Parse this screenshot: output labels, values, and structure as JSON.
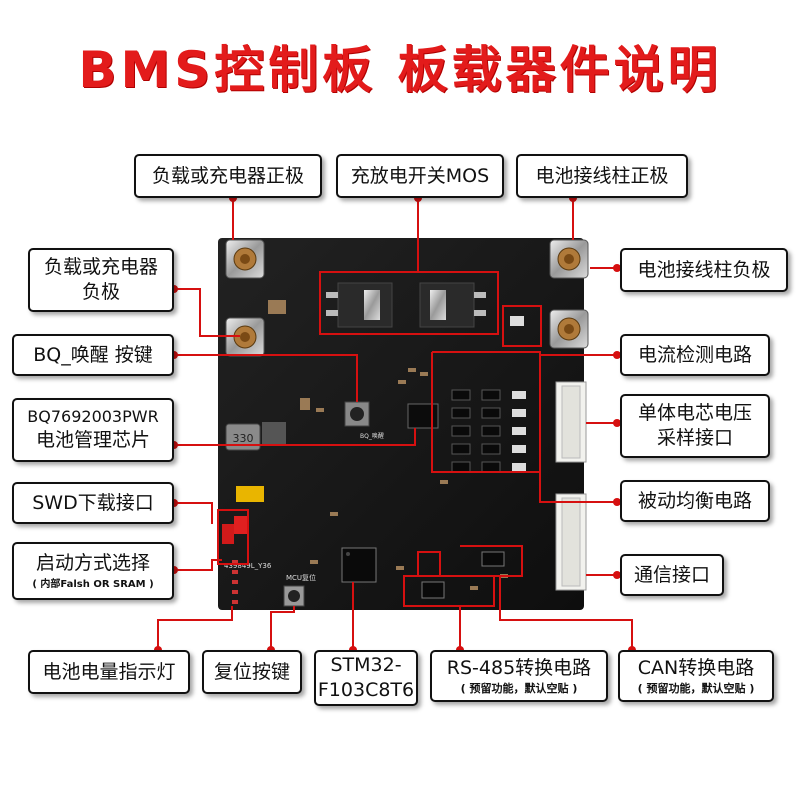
{
  "title": "BMS控制板  板载器件说明",
  "labels": {
    "load_pos": "负载或充电器正极",
    "mos": "充放电开关MOS",
    "batt_pos": "电池接线柱正极",
    "load_neg_1": "负载或充电器",
    "load_neg_2": "负极",
    "batt_neg": "电池接线柱负极",
    "bq_wake": "BQ_唤醒 按键",
    "current_sense": "电流检测电路",
    "bq_chip_1": "BQ7692003PWR",
    "bq_chip_2": "电池管理芯片",
    "cell_voltage_1": "单体电芯电压",
    "cell_voltage_2": "采样接口",
    "swd": "SWD下载接口",
    "passive_balance": "被动均衡电路",
    "boot_select": "启动方式选择",
    "boot_select_sub": "( 内部Falsh OR SRAM )",
    "comm": "通信接口",
    "soc_led": "电池电量指示灯",
    "reset": "复位按键",
    "mcu_1": "STM32-",
    "mcu_2": "F103C8T6",
    "rs485": "RS-485转换电路",
    "rs485_sub": "( 预留功能，默认空贴 )",
    "can": "CAN转换电路",
    "can_sub": "( 预留功能，默认空贴 )"
  },
  "silkscreen": {
    "bq_key": "BQ_唤醒",
    "board_id": "439849L_Y36",
    "mcu_reset": "MCU复位",
    "inductor": "330"
  },
  "colors": {
    "title": "#e31b1b",
    "leader": "#d61010",
    "board": "#161616"
  }
}
